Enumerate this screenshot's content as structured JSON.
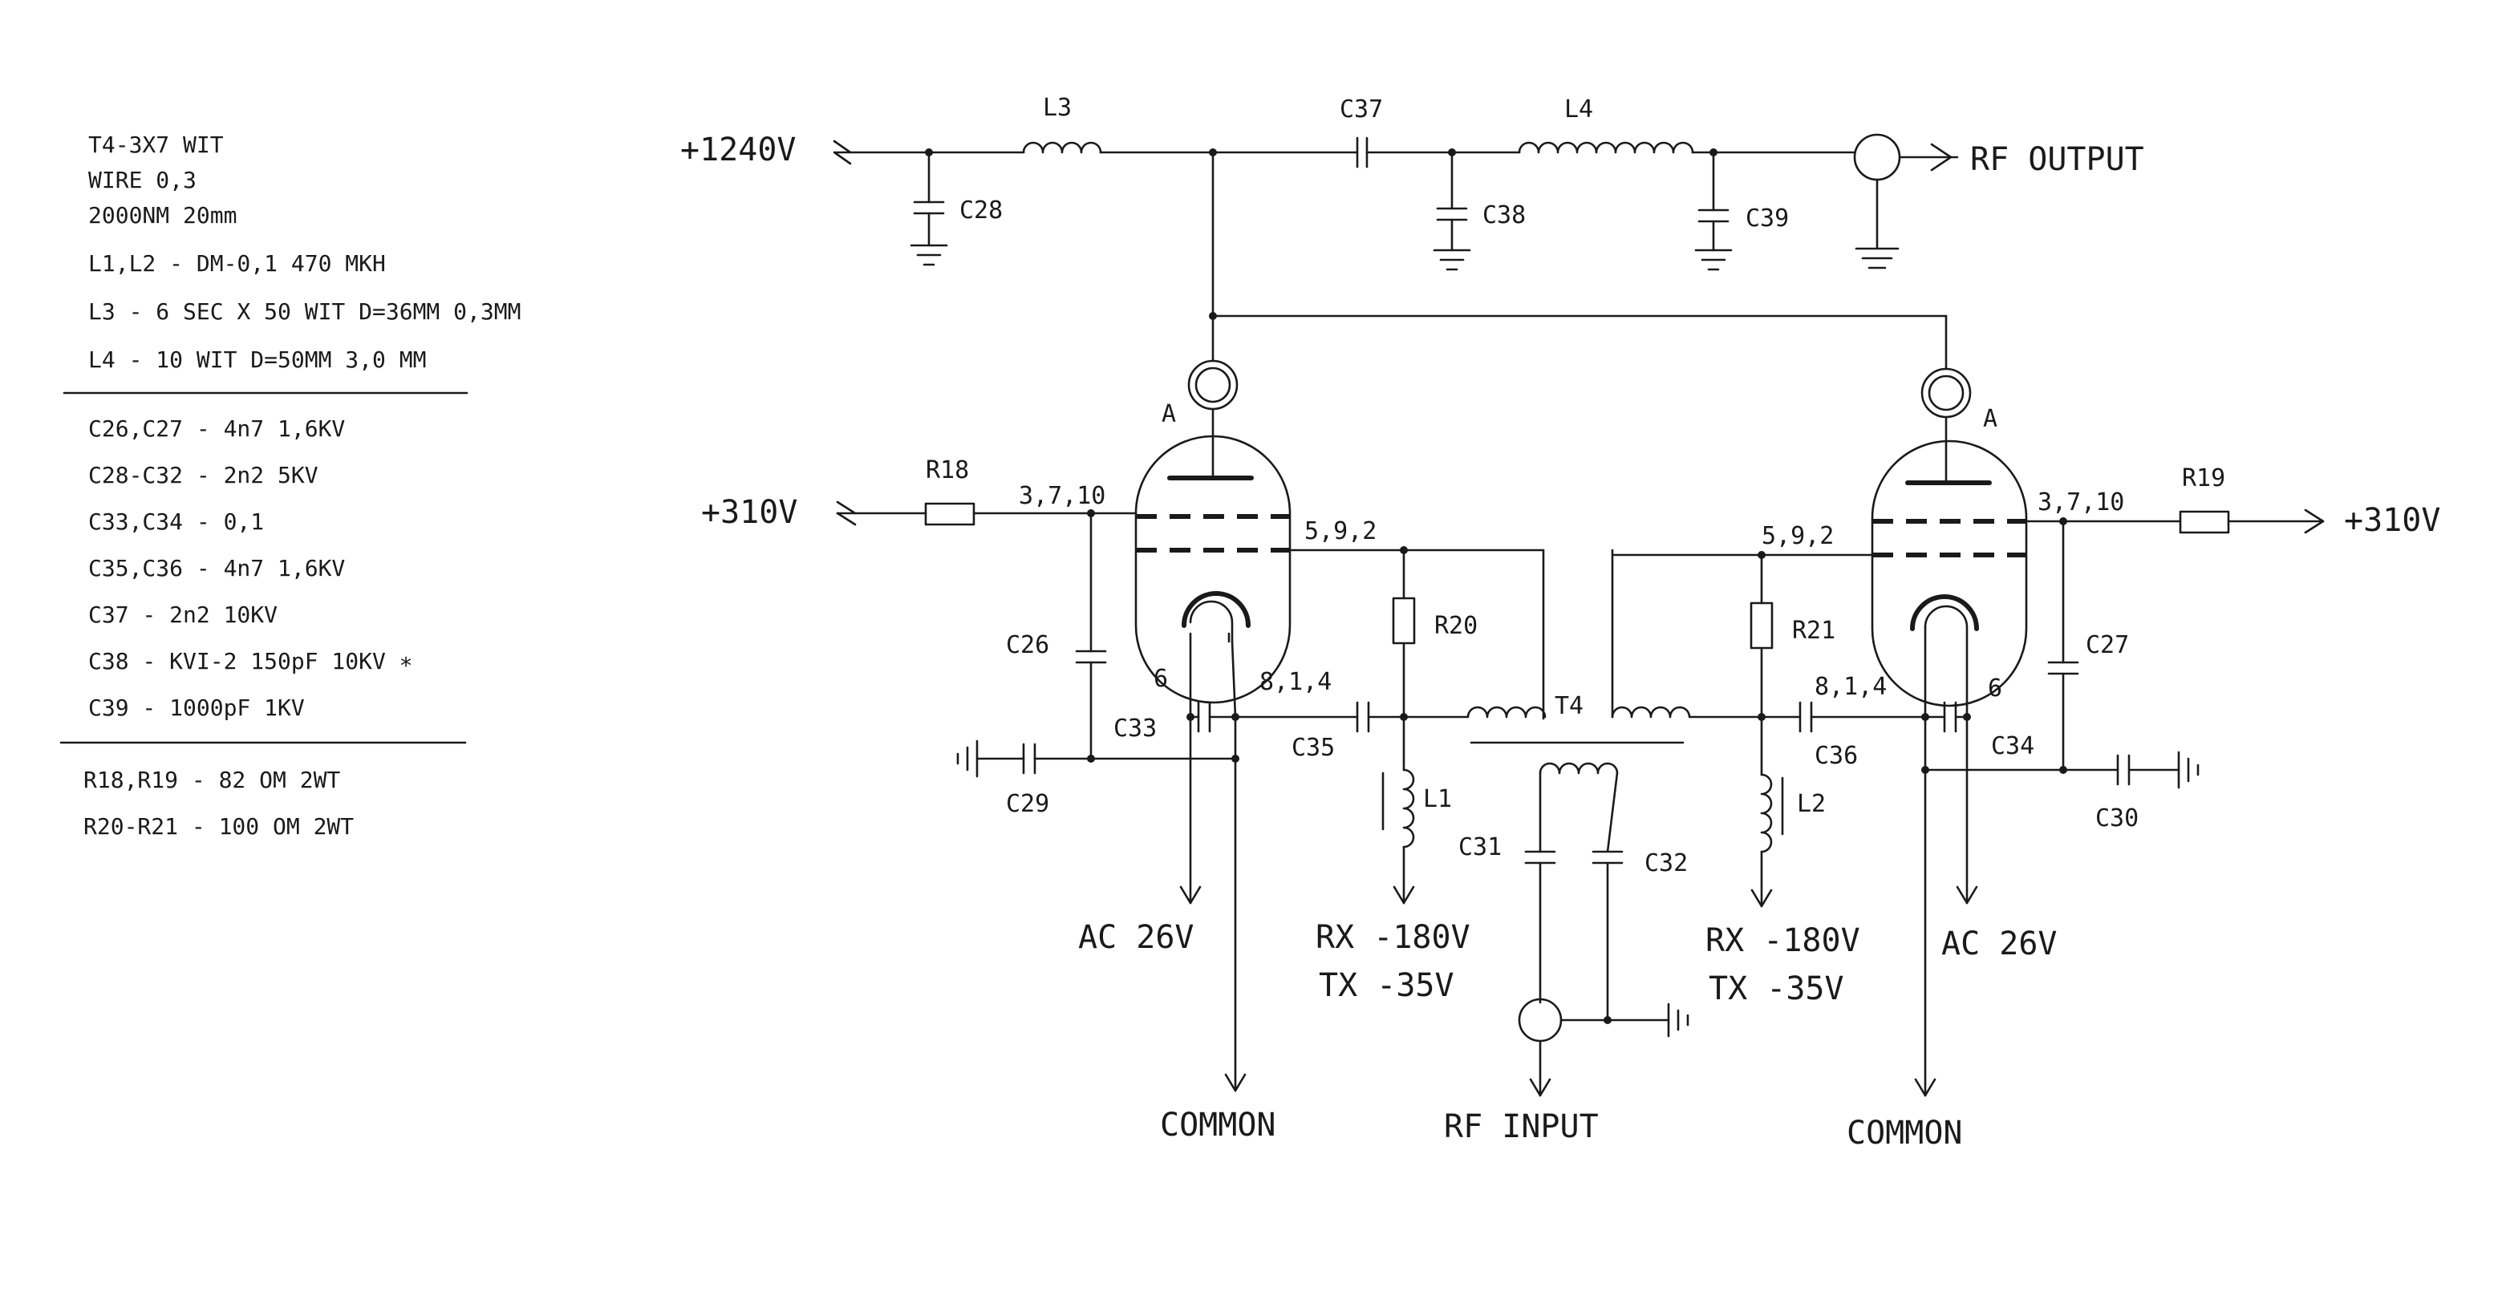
{
  "notes": {
    "group1": [
      "T4-3X7 WIT",
      "WIRE 0,3",
      "2000NM 20mm",
      "L1,L2 - DM-0,1 470 MKH",
      "L3 - 6 SEC X 50 WIT D=36MM 0,3MM",
      "L4 - 10 WIT D=50MM 3,0 MM"
    ],
    "group2": [
      "C26,C27 - 4n7 1,6KV",
      "C28-C32 - 2n2 5KV",
      "C33,C34 - 0,1",
      "C35,C36 - 4n7 1,6KV",
      "C37 - 2n2 10KV",
      "C38 - KVI-2 150pF 10KV ∗",
      "C39 - 1000pF 1KV"
    ],
    "group3": [
      "R18,R19 - 82 OM 2WT",
      "R20-R21 - 100 OM 2WT"
    ]
  },
  "terminals": {
    "hv": "+1240V",
    "rf_output": "RF OUTPUT",
    "screen_left": "+310V",
    "screen_right": "+310V",
    "heater_left": "AC 26V",
    "heater_right": "AC 26V",
    "bias_left_rx": "RX -180V",
    "bias_left_tx": "TX -35V",
    "bias_right_rx": "RX -180V",
    "bias_right_tx": "TX -35V",
    "common_left": "COMMON",
    "common_right": "COMMON",
    "rf_input": "RF INPUT"
  },
  "components": {
    "L3": "L3",
    "L4": "L4",
    "L1": "L1",
    "L2": "L2",
    "T4": "T4",
    "C37": "C37",
    "C28": "C28",
    "C38": "C38",
    "C39": "C39",
    "C26": "C26",
    "C27": "C27",
    "C29": "C29",
    "C30": "C30",
    "C31": "C31",
    "C32": "C32",
    "C33": "C33",
    "C34": "C34",
    "C35": "C35",
    "C36": "C36",
    "R18": "R18",
    "R19": "R19",
    "R20": "R20",
    "R21": "R21"
  },
  "pins": {
    "left_screen": "3,7,10",
    "left_grid": "5,9,2",
    "left_cathode": "8,1,4",
    "left_heater": "6",
    "left_anode": "A",
    "right_screen": "3,7,10",
    "right_grid": "5,9,2",
    "right_cathode": "8,1,4",
    "right_heater": "6",
    "right_anode": "A"
  }
}
